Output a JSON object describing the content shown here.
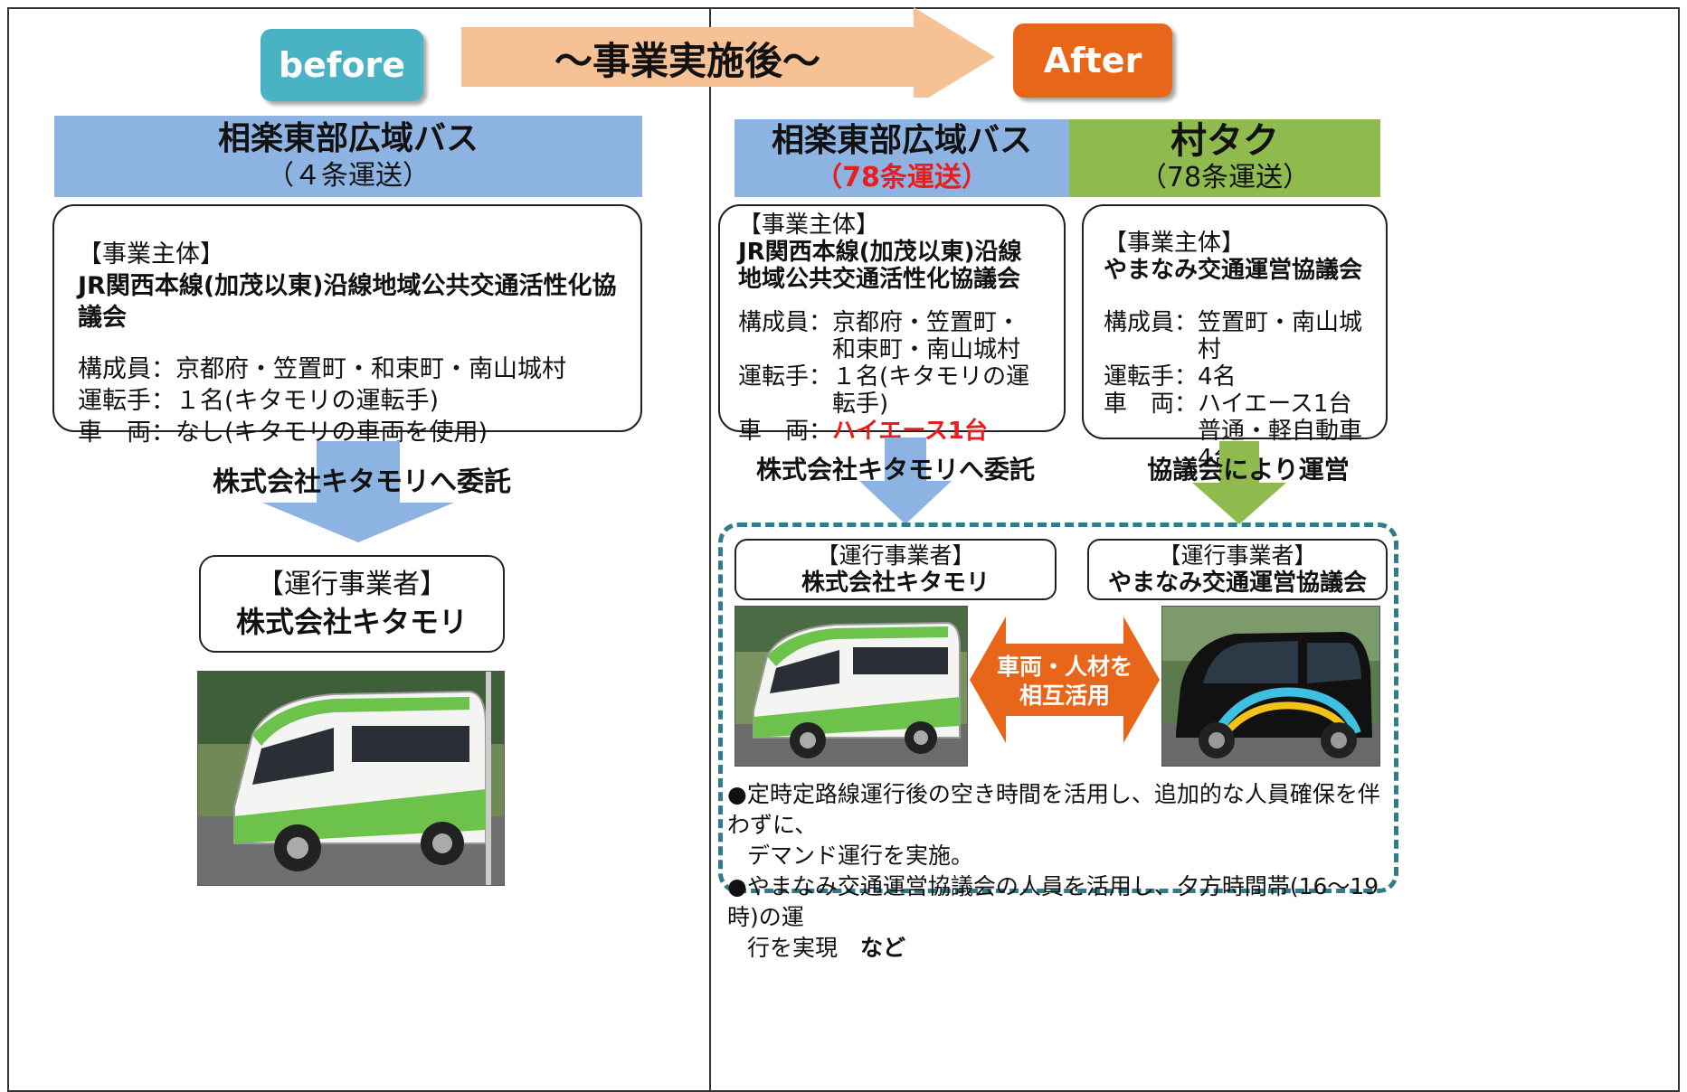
{
  "header": {
    "before_label": "before",
    "title": "～事業実施後～",
    "after_label": "After"
  },
  "before": {
    "band_title": "相楽東部広域バス",
    "band_sub": "（４条運送）",
    "box": {
      "heading": "【事業主体】",
      "entity": "JR関西本線(加茂以東)沿線地域公共交通活性化協議会",
      "members_label": "構成員：",
      "members": "京都府・笠置町・和束町・南山城村",
      "driver_label": "運転手：",
      "driver": "１名(キタモリの運転手)",
      "vehicle_label": "車　両：",
      "vehicle": "なし(キタモリの車両を使用)"
    },
    "arrow_text": "株式会社キタモリへ委託",
    "operator_heading": "【運行事業者】",
    "operator_name": "株式会社キタモリ"
  },
  "after_left": {
    "band_title": "相楽東部広域バス",
    "band_sub": "（78条運送）",
    "box": {
      "heading": "【事業主体】",
      "entity_line1": "JR関西本線(加茂以東)沿線",
      "entity_line2": "地域公共交通活性化協議会",
      "members_label": "構成員：",
      "members_line1": "京都府・笠置町・",
      "members_line2": "和束町・南山城村",
      "driver_label": "運転手：",
      "driver": "１名(キタモリの運転手)",
      "vehicle_label": "車　両：",
      "vehicle": "ハイエース1台"
    },
    "arrow_text": "株式会社キタモリへ委託",
    "operator_heading": "【運行事業者】",
    "operator_name": "株式会社キタモリ"
  },
  "after_right": {
    "band_title": "村タク",
    "band_sub": "（78条運送）",
    "box": {
      "heading": "【事業主体】",
      "entity": "やまなみ交通運営協議会",
      "members_label": "構成員：",
      "members": "笠置町・南山城村",
      "driver_label": "運転手：",
      "driver": "4名",
      "vehicle_label": "車　両：",
      "vehicle_line1": "ハイエース1台",
      "vehicle_line2": "普通・軽自動車4台"
    },
    "arrow_text": "協議会により運営",
    "operator_heading": "【運行事業者】",
    "operator_name": "やまなみ交通運営協議会"
  },
  "exchange": {
    "line1": "車両・人材を",
    "line2": "相互活用"
  },
  "notes": [
    "●定時定路線運行後の空き時間を活用し、追加的な人員確保を伴わずに、",
    "デマンド運行を実施。",
    "●やまなみ交通運営協議会の人員を活用し、夕方時間帯(16～19時)の運",
    "行を実現　"
  ],
  "notes_suffix": "など",
  "colors": {
    "teal": "#4ab3c3",
    "orange": "#e8661a",
    "peach": "#f7c196",
    "blue_band": "#8db3e2",
    "green_band": "#8fba4e",
    "dash": "#2e7d8c",
    "red": "#e81e1e"
  }
}
